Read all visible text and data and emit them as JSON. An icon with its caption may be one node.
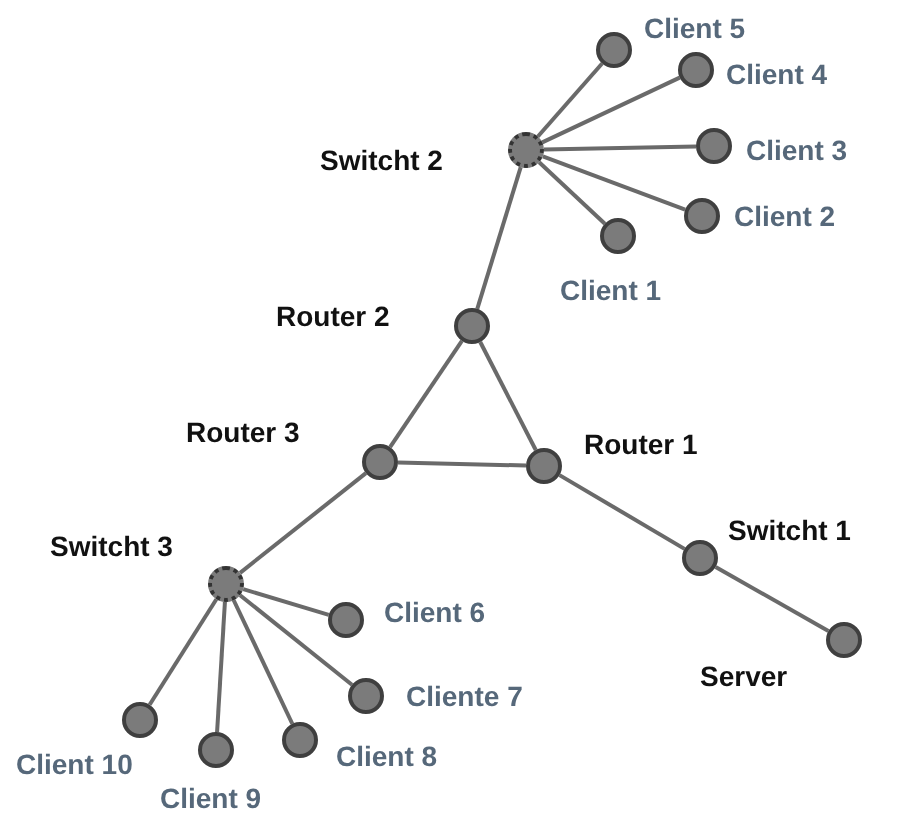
{
  "diagram": {
    "nodes": [
      {
        "text": [],
        "shape": "circle",
        "beside": [
          "Switcht 2"
        ]
      },
      {
        "text": [],
        "shape": "circle",
        "beside": [
          "Client 5"
        ]
      },
      {
        "text": [],
        "shape": "circle",
        "beside": [
          "Client 4"
        ]
      },
      {
        "text": [],
        "shape": "circle",
        "beside": [
          "Client 3"
        ]
      },
      {
        "text": [],
        "shape": "circle",
        "beside": [
          "Client 2"
        ]
      },
      {
        "text": [],
        "shape": "circle",
        "beside": [
          "Client 1"
        ]
      },
      {
        "text": [],
        "shape": "circle",
        "beside": [
          "Router 2"
        ]
      },
      {
        "text": [],
        "shape": "circle",
        "beside": [
          "Router 3"
        ]
      },
      {
        "text": [],
        "shape": "circle",
        "beside": [
          "Router 1"
        ]
      },
      {
        "text": [],
        "shape": "circle",
        "beside": [
          "Switcht 1"
        ]
      },
      {
        "text": [],
        "shape": "circle",
        "beside": [
          "Server"
        ]
      },
      {
        "text": [],
        "shape": "circle",
        "beside": [
          "Switcht 3"
        ]
      },
      {
        "text": [],
        "shape": "circle",
        "beside": [
          "Client 6"
        ]
      },
      {
        "text": [],
        "shape": "circle",
        "beside": [
          "Cliente 7"
        ]
      },
      {
        "text": [],
        "shape": "circle",
        "beside": [
          "Client 8"
        ]
      },
      {
        "text": [],
        "shape": "circle",
        "beside": [
          "Client 9"
        ]
      },
      {
        "text": [],
        "shape": "circle",
        "beside": [
          "Client 10"
        ]
      }
    ],
    "edges": [
      {
        "from": 0,
        "to": 1,
        "arrow": "none"
      },
      {
        "from": 0,
        "to": 2,
        "arrow": "none"
      },
      {
        "from": 0,
        "to": 3,
        "arrow": "none"
      },
      {
        "from": 0,
        "to": 4,
        "arrow": "none"
      },
      {
        "from": 0,
        "to": 5,
        "arrow": "none"
      },
      {
        "from": 0,
        "to": 6,
        "arrow": "none"
      },
      {
        "from": 6,
        "to": 7,
        "arrow": "none"
      },
      {
        "from": 6,
        "to": 8,
        "arrow": "none"
      },
      {
        "from": 7,
        "to": 8,
        "arrow": "none"
      },
      {
        "from": 8,
        "to": 9,
        "arrow": "none"
      },
      {
        "from": 9,
        "to": 10,
        "arrow": "none"
      },
      {
        "from": 7,
        "to": 11,
        "arrow": "none"
      },
      {
        "from": 11,
        "to": 12,
        "arrow": "none"
      },
      {
        "from": 11,
        "to": 13,
        "arrow": "none"
      },
      {
        "from": 11,
        "to": 14,
        "arrow": "none"
      },
      {
        "from": 11,
        "to": 15,
        "arrow": "none"
      },
      {
        "from": 11,
        "to": 16,
        "arrow": "none"
      }
    ]
  }
}
